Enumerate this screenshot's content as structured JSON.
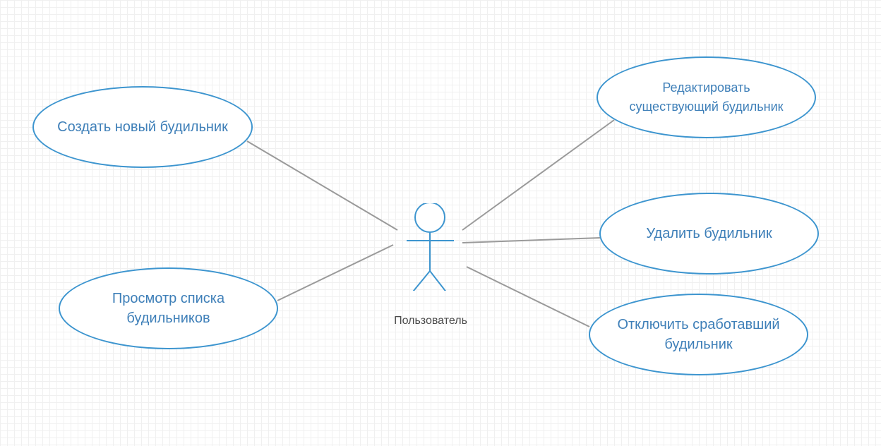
{
  "diagram": {
    "actor": {
      "label": "Пользователь"
    },
    "use_cases": {
      "create": "Создать новый будильник",
      "view_list": "Просмотр списка\nбудильников",
      "edit": "Редактировать\nсуществующий будильник",
      "delete": "Удалить будильник",
      "disable": "Отключить сработавший\nбудильник"
    },
    "colors": {
      "use_case_border": "#3d95cf",
      "use_case_text": "#3e7fb8",
      "actor_stroke": "#3d95cf",
      "association_line": "#9a9a9a",
      "grid": "#e6e6e6"
    }
  }
}
